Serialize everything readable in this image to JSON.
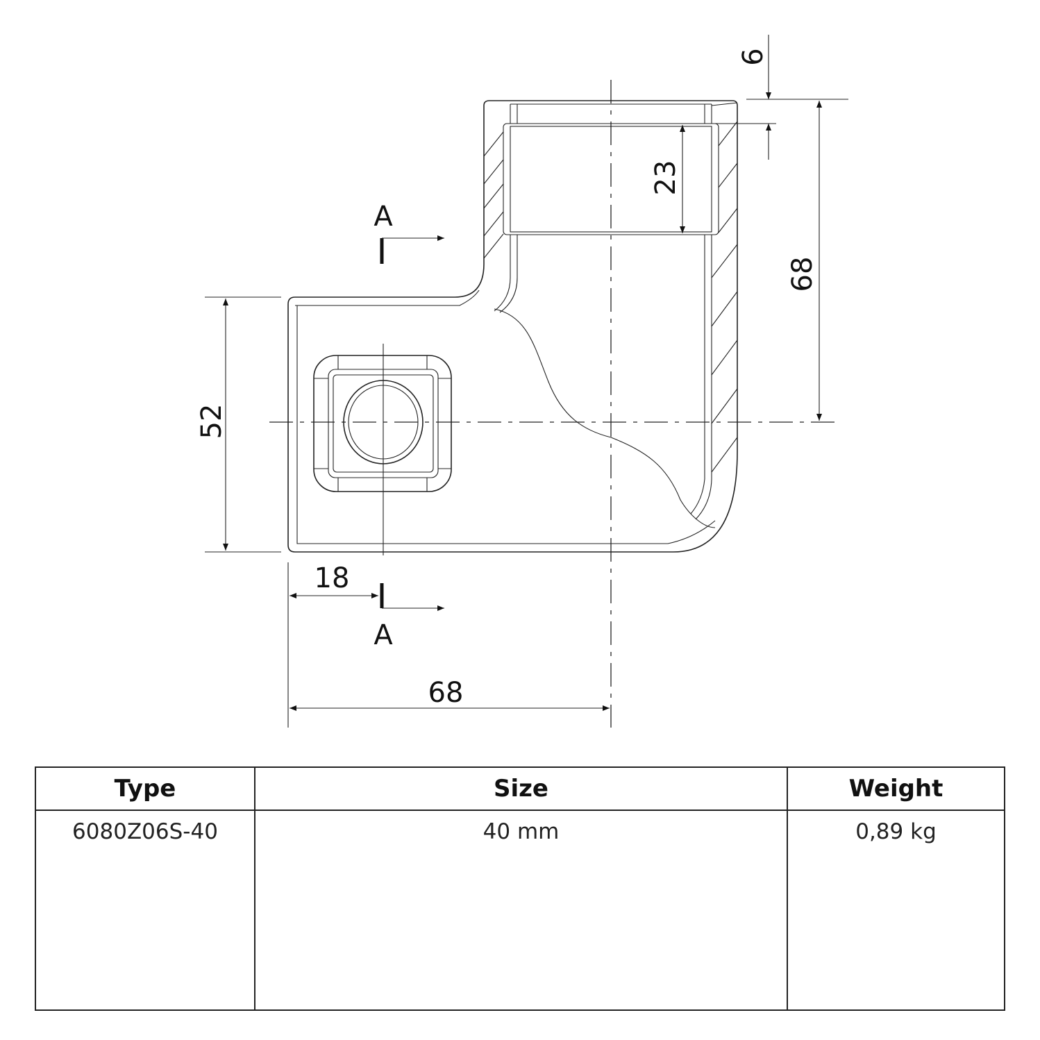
{
  "drawing": {
    "dimensions": {
      "collar": "6",
      "thread_depth": "23",
      "height": "68",
      "left_height": "52",
      "set_screw_offset": "18",
      "width": "68"
    },
    "section_label_top": "A",
    "section_label_bottom": "A"
  },
  "table": {
    "headers": [
      "Type",
      "Size",
      "Weight"
    ],
    "rows": [
      [
        "6080Z06S-40",
        "40 mm",
        "0,89 kg"
      ]
    ]
  }
}
